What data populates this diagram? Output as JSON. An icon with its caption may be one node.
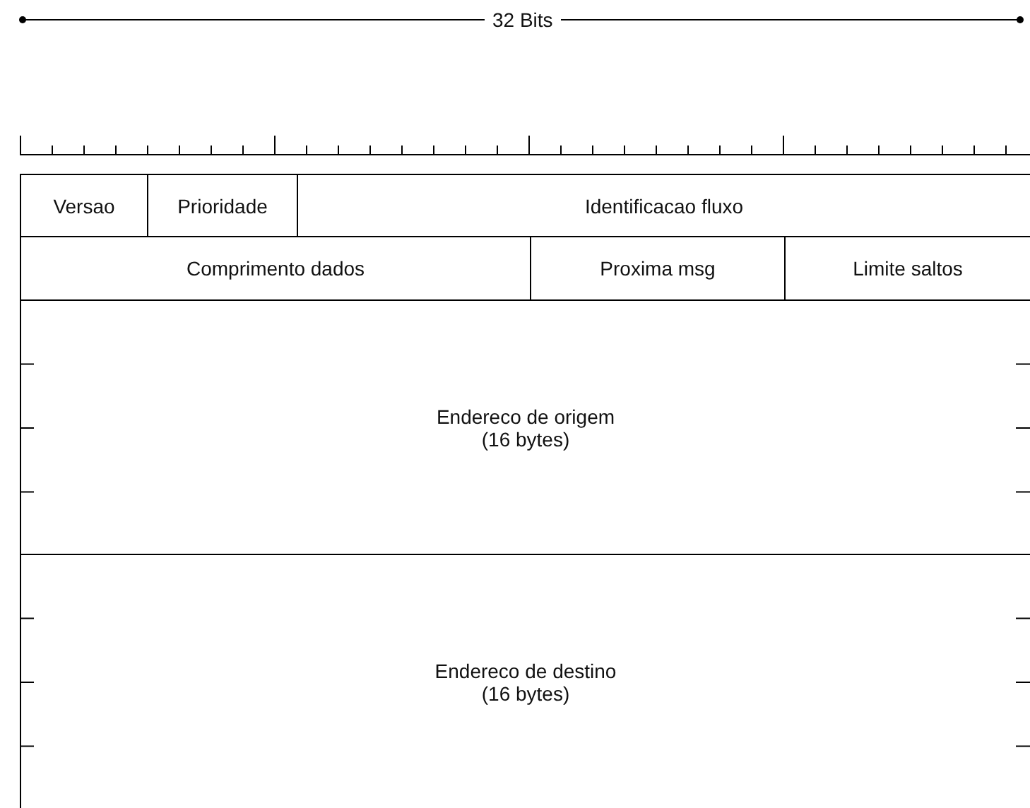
{
  "diagram": {
    "nodes": [
      {
        "text": [
          "Versao"
        ]
      },
      {
        "text": [
          "Prioridade"
        ]
      },
      {
        "text": [
          "Identificacao fluxo"
        ]
      },
      {
        "text": [
          "Comprimento dados"
        ]
      },
      {
        "text": [
          "Proxima msg"
        ]
      },
      {
        "text": [
          "Limite saltos"
        ]
      },
      {
        "text": [
          "Endereco de origem (16 bytes)"
        ]
      },
      {
        "text": [
          "Endereco de destino (16 bytes)"
        ]
      }
    ],
    "edges": [],
    "labels": [
      "32 Bits"
    ]
  }
}
